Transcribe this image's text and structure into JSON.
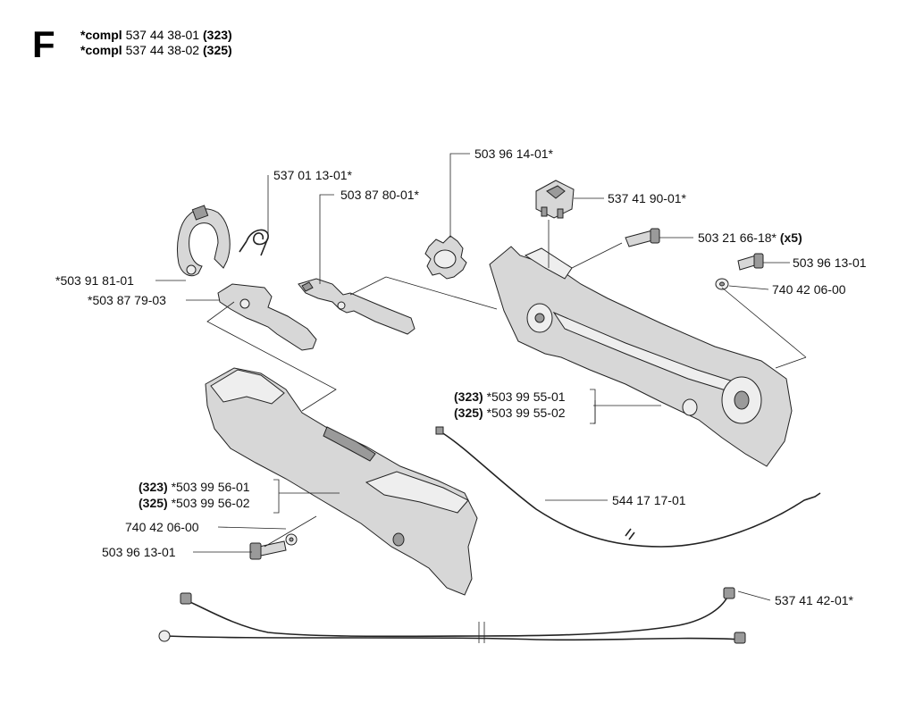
{
  "section": {
    "letter": "F"
  },
  "header": {
    "lines": [
      {
        "prefix": "*compl",
        "number": "537 44 38-01",
        "model": "(323)"
      },
      {
        "prefix": "*compl",
        "number": "537 44 38-02",
        "model": "(325)"
      }
    ]
  },
  "labels": {
    "p_537011301": "537 01 13-01*",
    "p_503878001": "503 87 80-01*",
    "p_503961401": "503 96 14-01*",
    "p_537419001": "537 41 90-01*",
    "p_503216618": "503 21 66-18*",
    "p_503216618_qty": "(x5)",
    "p_503961301_top": "503 96 13-01",
    "p_740420600_top": "740 42 06-00",
    "p_503918101": "*503 91 81-01",
    "p_503877903": "*503 87 79-03",
    "p_323a_model": "(323)",
    "p_323a_number": "*503 99 55-01",
    "p_325a_model": "(325)",
    "p_325a_number": "*503 99 55-02",
    "p_544171701": "544 17 17-01",
    "p_323b_model": "(323)",
    "p_323b_number": "*503 99 56-01",
    "p_325b_model": "(325)",
    "p_325b_number": "*503 99 56-02",
    "p_740420600_bot": "740 42 06-00",
    "p_503961301_bot": "503 96 13-01",
    "p_537414201": "537 41 42-01*"
  },
  "colors": {
    "part_fill": "#d7d7d7",
    "part_dark": "#9a9a9a",
    "line": "#222222"
  }
}
